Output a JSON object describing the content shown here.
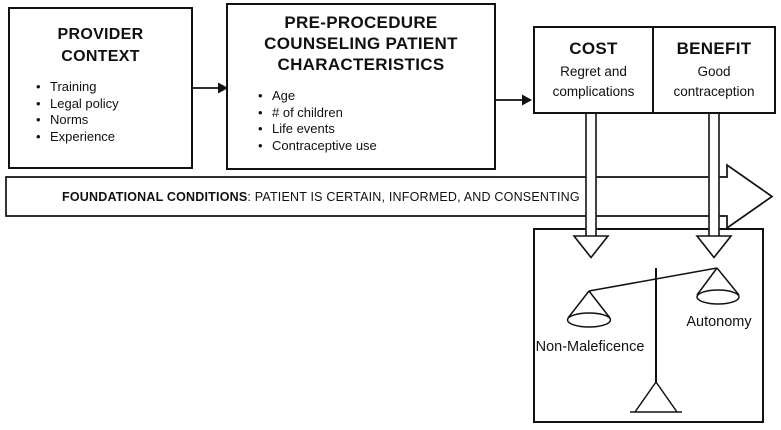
{
  "diagram": {
    "provider_box": {
      "title_lines": [
        "PROVIDER",
        "CONTEXT"
      ],
      "bullets": [
        "Training",
        "Legal policy",
        "Norms",
        "Experience"
      ]
    },
    "counseling_box": {
      "title_lines": [
        "PRE-PROCEDURE",
        "COUNSELING PATIENT",
        "CHARACTERISTICS"
      ],
      "bullets": [
        "Age",
        "# of children",
        "Life events",
        "Contraceptive use"
      ]
    },
    "cost_box": {
      "title": "COST",
      "sub_lines": [
        "Regret and",
        "complications"
      ]
    },
    "benefit_box": {
      "title": "BENEFIT",
      "sub_lines": [
        "Good",
        "contraception"
      ]
    },
    "banner": {
      "label_bold": "FOUNDATIONAL CONDITIONS",
      "label_rest": ": PATIENT IS CERTAIN, INFORMED, AND CONSENTING"
    },
    "balance": {
      "left_label": "Non-Maleficence",
      "right_label": "Autonomy"
    },
    "icons": {
      "flow_arrow": "right-arrow-icon",
      "banner_arrow": "block-arrow-right-icon",
      "down_arrow": "hollow-down-arrow-icon",
      "scale": "balance-scale-icon"
    },
    "colors": {
      "ink": "#111111",
      "background": "#ffffff"
    }
  }
}
